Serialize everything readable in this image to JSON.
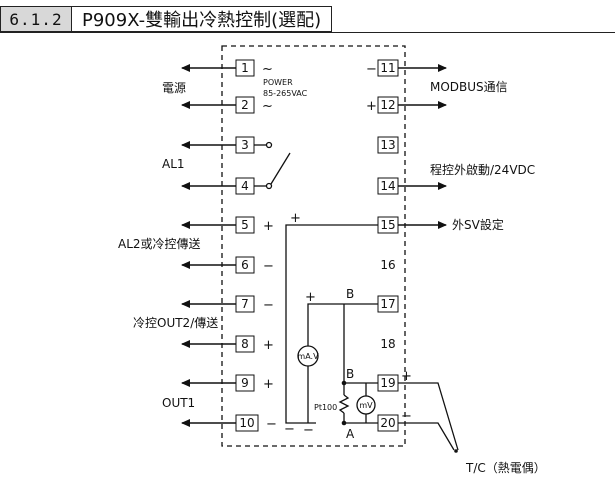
{
  "header": {
    "section": "6.1.2",
    "title": "P909X-雙輸出冷熱控制(選配)"
  },
  "terminals": [
    "1",
    "2",
    "3",
    "4",
    "5",
    "6",
    "7",
    "8",
    "9",
    "10",
    "11",
    "12",
    "13",
    "14",
    "15",
    "16",
    "17",
    "18",
    "19",
    "20"
  ],
  "labels": {
    "power_supply": "電源",
    "power_spec_1": "POWER",
    "power_spec_2": "85-265VAC",
    "al1": "AL1",
    "al2": "AL2或冷控傳送",
    "cold_out2": "冷控OUT2/傳送",
    "out1": "OUT1",
    "modbus": "MODBUS通信",
    "ext_start": "程控外啟動/24VDC",
    "ext_sv": "外SV設定",
    "thermocouple": "T/C（熱電偶）",
    "pt100": "Pt100",
    "ma": "mA.V",
    "mv": "mV",
    "a_mark": "A",
    "b_mark": "B",
    "plus": "+",
    "minus": "−",
    "ac": "~"
  }
}
